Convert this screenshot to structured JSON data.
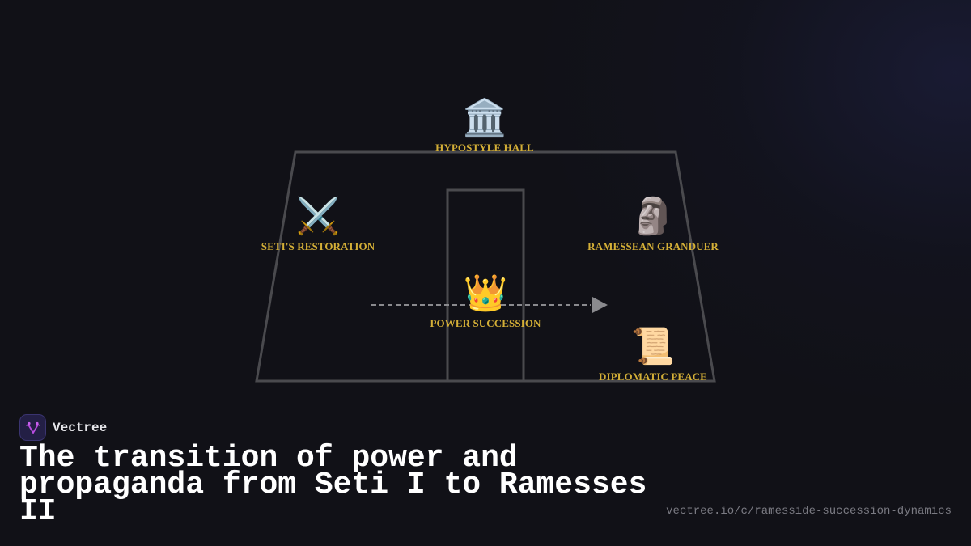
{
  "diagram": {
    "nodes": [
      {
        "id": "hypostyle-hall",
        "icon": "🏛️",
        "icon_name": "classical-building-icon",
        "label": "HYPOSTYLE HALL"
      },
      {
        "id": "setis-restoration",
        "icon": "⚔️",
        "icon_name": "crossed-swords-icon",
        "label": "SETI'S RESTORATION"
      },
      {
        "id": "ramessean-granduer",
        "icon": "🗿",
        "icon_name": "moai-statue-icon",
        "label": "RAMESSEAN GRANDUER"
      },
      {
        "id": "power-succession",
        "icon": "👑",
        "icon_name": "crown-icon",
        "label": "POWER SUCCESSION"
      },
      {
        "id": "diplomatic-peace",
        "icon": "📜",
        "icon_name": "scroll-icon",
        "label": "DIPLOMATIC PEACE"
      }
    ],
    "edges": [
      {
        "type": "dashed-arrow",
        "direction": "left-to-right",
        "through": "power-succession"
      }
    ],
    "colors": {
      "label": "#d4af37",
      "frame_stroke": "#4a4a4e",
      "arrow": "#8a8a8e",
      "background": "#111117"
    }
  },
  "brand": {
    "name": "Vectree",
    "logo_icon": "vectree-fork-icon",
    "logo_color": "#b94de0"
  },
  "title": "The transition of power and propaganda from Seti I to Ramesses II",
  "url": "vectree.io/c/ramesside-succession-dynamics"
}
